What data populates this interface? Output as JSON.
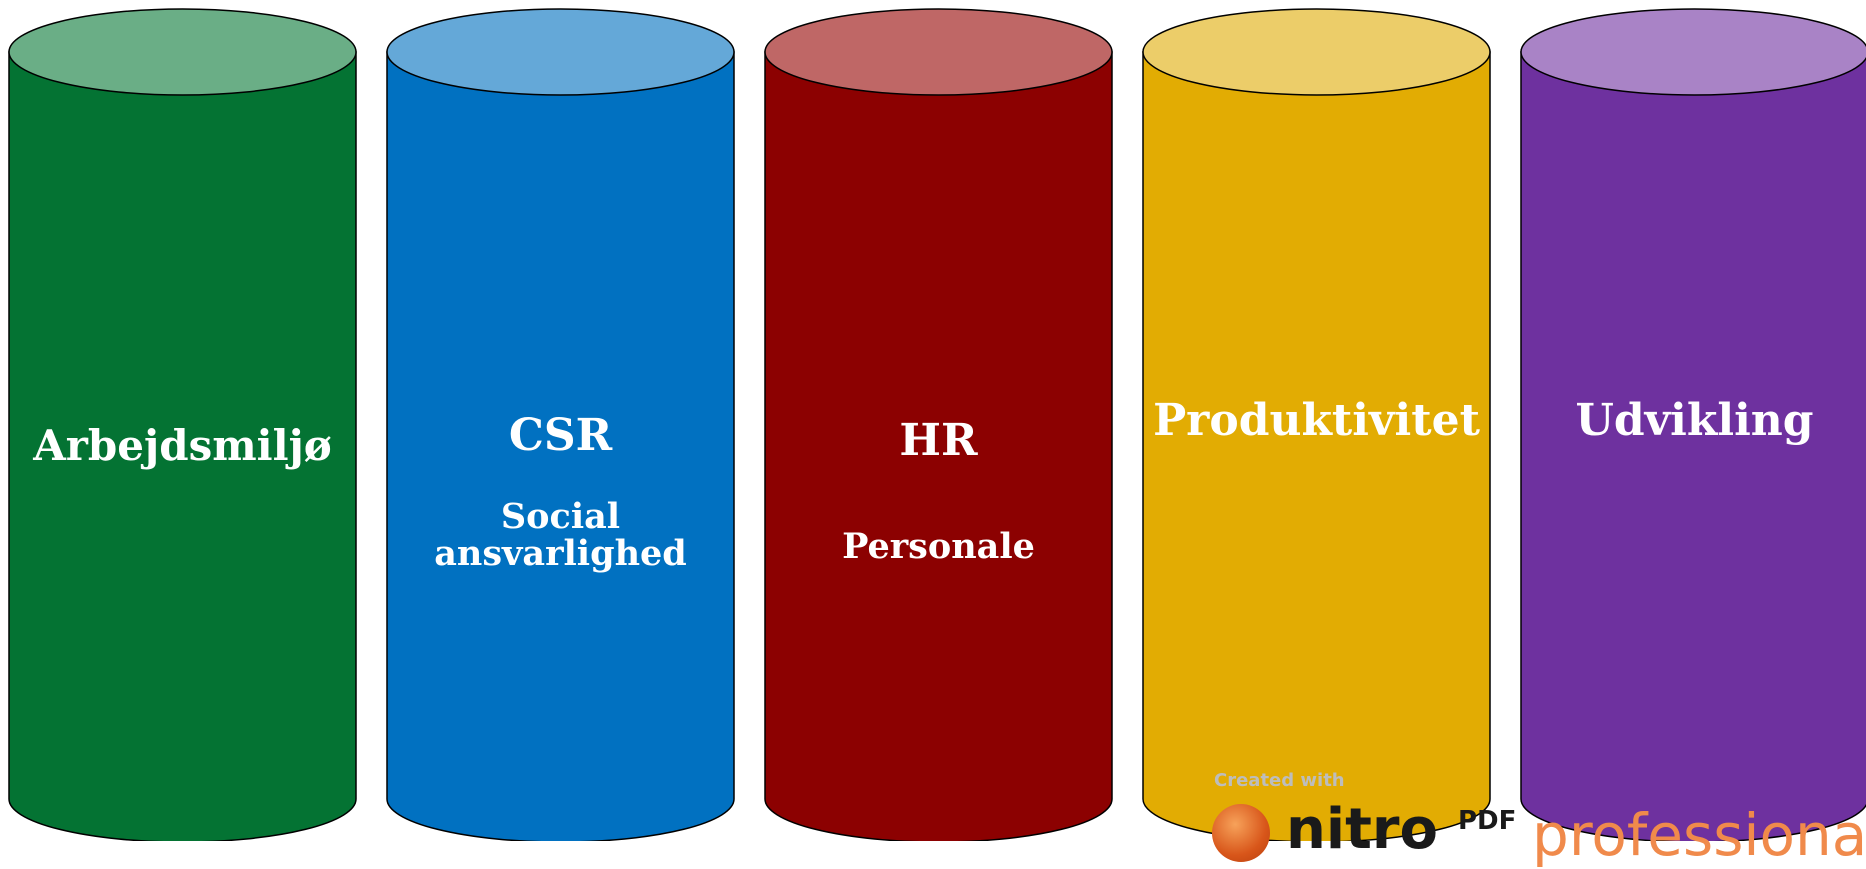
{
  "pillars": [
    {
      "title": "Arbejdsmiljø",
      "subtitle_lines": [],
      "body_color": "#047333",
      "top_color": "#6AAE86"
    },
    {
      "title": "CSR",
      "subtitle_lines": [
        "Social",
        "ansvarlighed"
      ],
      "body_color": "#0171C1",
      "top_color": "#64A8D8"
    },
    {
      "title": "HR",
      "subtitle_lines": [
        "Personale"
      ],
      "body_color": "#8C0101",
      "top_color": "#BF6766"
    },
    {
      "title": "Produktivitet",
      "subtitle_lines": [],
      "body_color": "#E2AC03",
      "top_color": "#ECCD69"
    },
    {
      "title": "Udvikling",
      "subtitle_lines": [],
      "body_color": "#6E319F",
      "top_color": "#A983C6"
    }
  ],
  "watermark": {
    "created_with": "Created with",
    "brand": "nitro",
    "superscript": "PDF",
    "tier": "professional"
  }
}
